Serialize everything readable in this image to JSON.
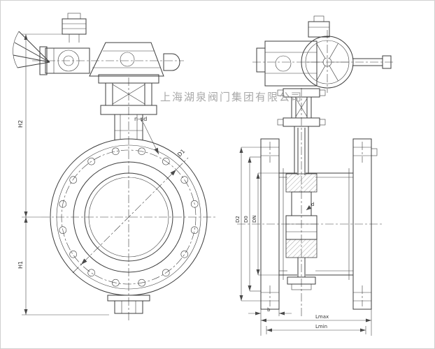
{
  "watermark": "上海湖泉阀门集团有限公司",
  "labels": {
    "h2": "H2",
    "h1": "H1",
    "d1": "D1",
    "bolt_spec": "n-φd",
    "d2": "D2",
    "d0": "D0",
    "dn": "DN",
    "shaft": "d",
    "l_max": "Lmax",
    "l_min": "Lmin",
    "b": "b"
  },
  "colors": {
    "line": "#3c3c3c",
    "dim": "#4a4a4a",
    "watermark": "#a8a8a8",
    "background": "#ffffff"
  }
}
